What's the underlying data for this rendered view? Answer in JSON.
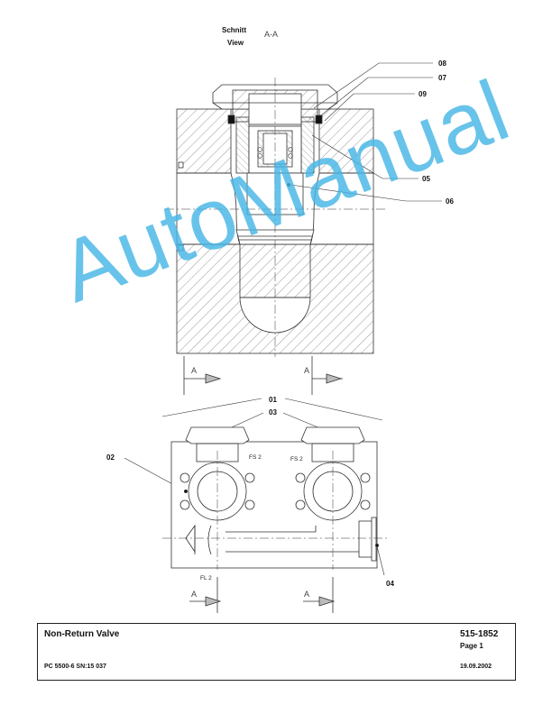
{
  "section_view": {
    "schnitt": "Schnitt",
    "view": "View",
    "label": "A-A"
  },
  "part_numbers": {
    "p01": "01",
    "p02": "02",
    "p03": "03",
    "p04": "04",
    "p05": "05",
    "p06": "06",
    "p07": "07",
    "p08": "08",
    "p09": "09"
  },
  "markings": {
    "fs2_left": "FS 2",
    "fs2_right": "FS 2",
    "fl2": "FL 2",
    "section_a": "A"
  },
  "title_block": {
    "title": "Non-Return Valve",
    "model": "PC 5500-6 SN:15 037",
    "doc_number": "515-1852",
    "page": "Page 1",
    "date": "19.09.2002"
  },
  "watermark": "AutoManual"
}
